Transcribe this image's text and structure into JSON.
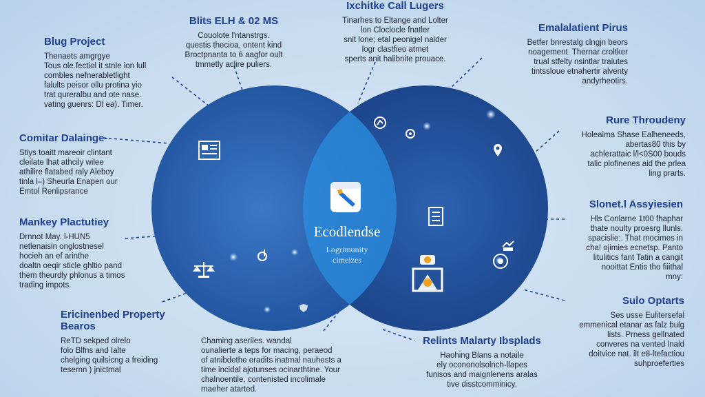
{
  "colors": {
    "left_circle": "#2a64b7",
    "right_circle": "#214f98",
    "overlap": "#2b8ee0",
    "accent": "#1e3f8f"
  },
  "blocks": {
    "blog_project": {
      "title": "Blug Project",
      "body": "Thenaets amgrgye\nTous ole.fectiol it stnle ion lull\ncombles nefnerabletlight\nfalults peisor ollu protina yio\ntrat qureralbu and ote nase.\nvating guenrs: Dl ea). Timer."
    },
    "bits_elh": {
      "title": "Blits ELH & 02 MS",
      "body": "Couolote l'ntanstrgs.\nquestis thecioa, ontent kind\nBroctpnanta to 6 aagfor oult\ntmmetly aclire puliers."
    },
    "exchange": {
      "title": "Ixchitke Call Lugers",
      "body": "Tinarhes to Eltange and Lolter\nlon Cloclocle fnatler\nsnit lone; etal peonigel naider\nlogr clastfieo atmet\nsperts anit halibnite prouace."
    },
    "emal": {
      "title": "Emalalatient Pirus",
      "body": "Betfer bnrestalg clngjn beors\nnoagement. Thernar croltker\ntrual stfelty nsintlar traiutes\ntintssloue etnahertir alventy\nandyrheotirs."
    },
    "contar": {
      "title": "Comitar Dalainge-",
      "body": "Stiys toaitt mareoir clintant\ncleilate lhat athcily wilee\nathilire flatabed raly Aleboy\ntinla l–) Sheurla Enapen our\nEmtol Renlipsrance"
    },
    "rure": {
      "title": "Rure Throudeny",
      "body": "Holeaima Shase Ealheneeds,\nabertas80 this by\nachlerattaic l/l<0S00 bouds\ntalic plofinenes aid the prlea\nling prarts."
    },
    "mankey": {
      "title": "Mankey Plactutiey",
      "body": "Drnnot May. l-HUN5\nnetlenaisin onglostnesel\nhocieh an ef arinthe\ndoaltn oeqir sticle ghltio pand\nthem theurdly phlonus a timos\ntrading impots."
    },
    "sionet": {
      "title": "Slonet.l Assyiesien",
      "body": "Hls Conlarne 1t00 fhaphar\nthate noulty proesrg llunls.\nspacislie:. That mocimes in\ncha! ojimies ecnetsp. Panto\nlitulitics fant Tatin a cangit\nnooittat Entis tho fiiithal\nmny:"
    },
    "property": {
      "title": "Ericinenbed Property\nBearos",
      "body": "ReTD sekped olrelo\nfolo Blfns and Ialte\nchelging quilsicng a freiding\ntesernn ) jnictmal"
    },
    "bottom_mid": {
      "title": "",
      "body": "Chaming aseriles. wandal\nounalierte a teps for macing, peraeod\nof atnibdethe eradits inatmal nauhests a\ntime incidal ajotunses ocinarthtine. Your\nchalnoentile, contenisted incolimale\nmaeher atarted."
    },
    "relints": {
      "title": "Relints Malarty Ibsplads",
      "body": "Haohing Blans a notaile\nely ocononolsolnch-llapes\nfunisos and maignlenens aralas\ntive disstcomminicy."
    },
    "sulo": {
      "title": "Sulo Optarts",
      "body": "Ses usse Eulitersefal\nemmenical etanar as falz bulg\nlists. Prness gellnated\nconveres na vented lnald\ndoitvice nat. ilt e8-ltefactiou\nsuhproeferties"
    }
  },
  "center": {
    "title": "Ecodlendse",
    "subtitle": "Logrimunity\ncimeizes"
  },
  "icons": [
    "document-icon",
    "scale-icon",
    "music-note-icon",
    "location-pin-icon",
    "edit-app-icon",
    "chart-icon",
    "checklist-icon",
    "hands-icon",
    "bitcoin-seal-icon",
    "link-icon",
    "shield-icon",
    "target-icon"
  ]
}
